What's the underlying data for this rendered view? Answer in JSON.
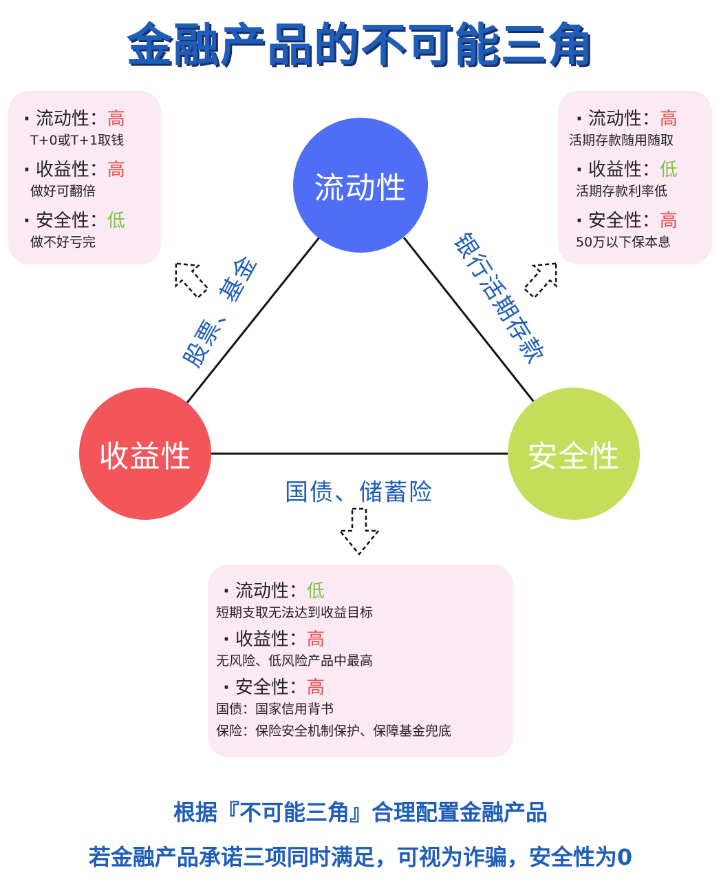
{
  "title": "金融产品的不可能三角",
  "nodes": {
    "liquidity": "流动性",
    "return": "收益性",
    "safety": "安全性"
  },
  "edges": {
    "left": "股票、基金",
    "right": "银行活期存款",
    "bottom": "国债、储蓄险"
  },
  "cards": {
    "left": [
      {
        "label": "流动性：",
        "level": "高",
        "level_class": "hi",
        "notes": [
          "T+0或T+1取钱"
        ]
      },
      {
        "label": "收益性：",
        "level": "高",
        "level_class": "hi",
        "notes": [
          "做好可翻倍"
        ]
      },
      {
        "label": "安全性：",
        "level": "低",
        "level_class": "lo",
        "notes": [
          "做不好亏完"
        ]
      }
    ],
    "right": [
      {
        "label": "流动性：",
        "level": "高",
        "level_class": "hi",
        "notes": [
          "活期存款随用随取"
        ]
      },
      {
        "label": "收益性：",
        "level": "低",
        "level_class": "lo",
        "notes": [
          "活期存款利率低"
        ]
      },
      {
        "label": "安全性：",
        "level": "高",
        "level_class": "hi",
        "notes": [
          "50万以下保本息"
        ]
      }
    ],
    "bottom": [
      {
        "label": "流动性：",
        "level": "低",
        "level_class": "lo",
        "notes": [
          "短期支取无法达到收益目标"
        ]
      },
      {
        "label": "收益性：",
        "level": "高",
        "level_class": "hi",
        "notes": [
          "无风险、低风险产品中最高"
        ]
      },
      {
        "label": "安全性：",
        "level": "高",
        "level_class": "hi",
        "notes": [
          "国债：国家信用背书",
          "保险：保险安全机制保护、保障基金兜底"
        ]
      }
    ]
  },
  "colors": {
    "title": "#1e5db8",
    "liquidity": "#4f6ef5",
    "return": "#f2555a",
    "safety": "#c4de5c",
    "card_bg": "#fbe9f4",
    "high": "#e8514e",
    "low": "#7cc44a"
  },
  "bullet": "·",
  "footer": {
    "line1": "根据『不可能三角』合理配置金融产品",
    "line2": "若金融产品承诺三项同时满足，可视为诈骗，安全性为0"
  }
}
